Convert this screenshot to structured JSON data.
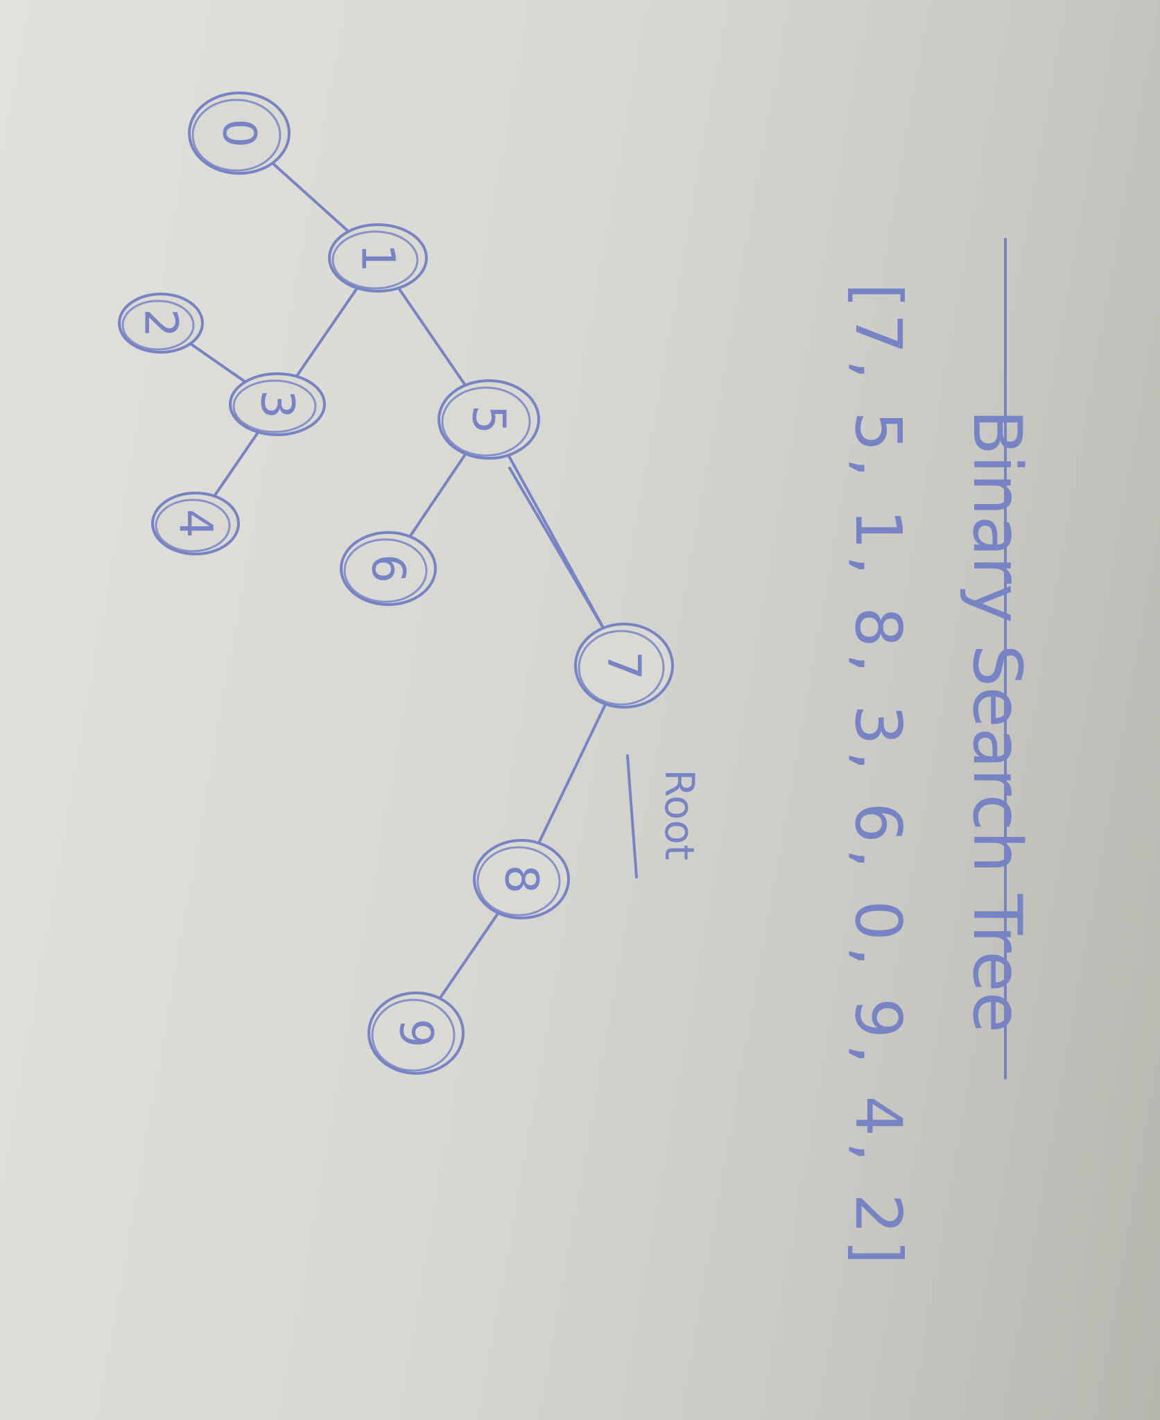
{
  "title": "Binary Search Tree",
  "sequence": "[7, 5, 1, 8, 3, 6, 0, 9, 4, 2]",
  "root_label": "Root",
  "colors": {
    "ink": "#7684c6",
    "paper": "#dcdbd5"
  },
  "tree": {
    "nodes": [
      {
        "key": "n0",
        "label": "0"
      },
      {
        "key": "n1",
        "label": "1"
      },
      {
        "key": "n2",
        "label": "2"
      },
      {
        "key": "n3",
        "label": "3"
      },
      {
        "key": "n4",
        "label": "4"
      },
      {
        "key": "n5",
        "label": "5"
      },
      {
        "key": "n6",
        "label": "6"
      },
      {
        "key": "n7",
        "label": "7"
      },
      {
        "key": "n8",
        "label": "8"
      },
      {
        "key": "n9",
        "label": "9"
      }
    ],
    "edges": [
      [
        "n7",
        "n5"
      ],
      [
        "n7",
        "n8"
      ],
      [
        "n8",
        "n9"
      ],
      [
        "n5",
        "n1"
      ],
      [
        "n5",
        "n6"
      ],
      [
        "n1",
        "n0"
      ],
      [
        "n1",
        "n3"
      ],
      [
        "n3",
        "n2"
      ],
      [
        "n3",
        "n4"
      ]
    ]
  }
}
